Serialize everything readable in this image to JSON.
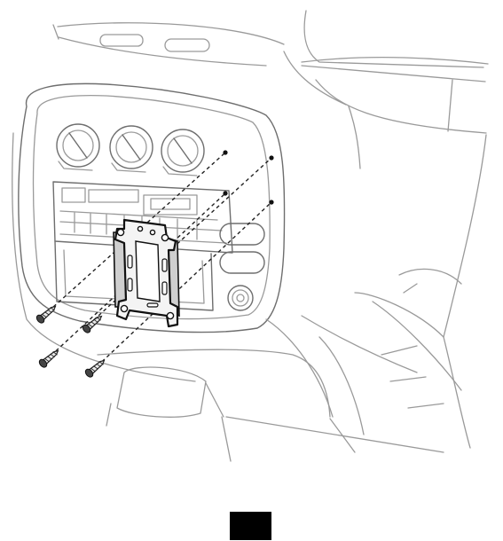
{
  "colors": {
    "background": "#ffffff",
    "sketch_line": "#9a9a9a",
    "bracket_outline": "#111111",
    "page_marker": "#000000"
  },
  "icons": [
    "car-dashboard-sketch",
    "mounting-bracket",
    "screw-icon",
    "dashed-guide-line"
  ],
  "screws": [
    {
      "name": "screw-top-left"
    },
    {
      "name": "screw-top-right"
    },
    {
      "name": "screw-bottom-left"
    },
    {
      "name": "screw-bottom-right"
    }
  ]
}
